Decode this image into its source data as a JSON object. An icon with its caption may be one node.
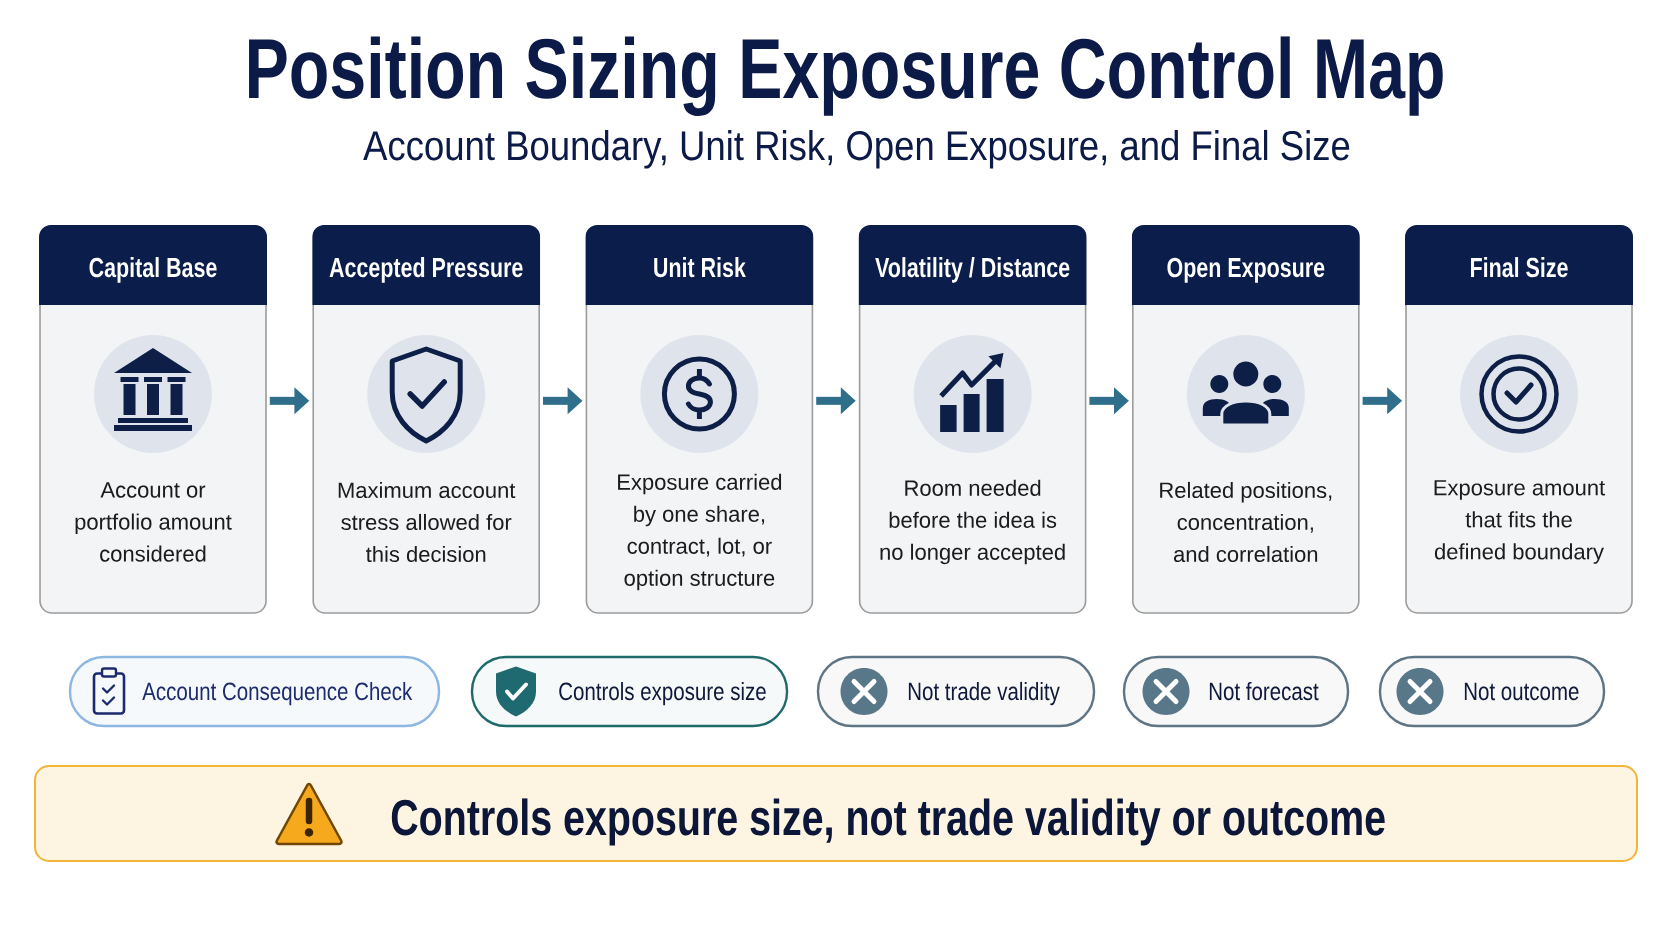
{
  "diagram": {
    "title": "Position Sizing Exposure Control Map",
    "nodes": [
      {
        "text": [
          "Capital Base",
          "Account or portfolio amount considered"
        ]
      },
      {
        "text": [
          "Accepted Pressure",
          "Maximum account stress allowed for this decision"
        ]
      },
      {
        "text": [
          "Unit Risk",
          "Exposure carried by one share, contract, lot, or option structure"
        ]
      },
      {
        "text": [
          "Volatility / Distance",
          "Room needed before the idea is no longer accepted"
        ]
      },
      {
        "text": [
          "Open Exposure",
          "Related positions, concentration, and correlation"
        ]
      },
      {
        "text": [
          "Final Size",
          "Exposure amount that fits the defined boundary"
        ]
      },
      {
        "text": [
          "Account Consequence Check"
        ]
      },
      {
        "text": [
          "Controls exposure size"
        ]
      },
      {
        "text": [
          "Not trade validity"
        ]
      },
      {
        "text": [
          "Not forecast"
        ]
      },
      {
        "text": [
          "Not outcome"
        ]
      },
      {
        "text": [
          "Controls exposure size, not trade validity or outcome"
        ]
      }
    ],
    "edges": [
      {
        "from": 0,
        "to": 1,
        "arrow": "to"
      },
      {
        "from": 1,
        "to": 2,
        "arrow": "to"
      },
      {
        "from": 2,
        "to": 3,
        "arrow": "to"
      },
      {
        "from": 3,
        "to": 4,
        "arrow": "to"
      },
      {
        "from": 4,
        "to": 5,
        "arrow": "to"
      }
    ],
    "labels": [
      "Account Boundary, Unit Risk, Open Exposure, and Final Size"
    ]
  }
}
